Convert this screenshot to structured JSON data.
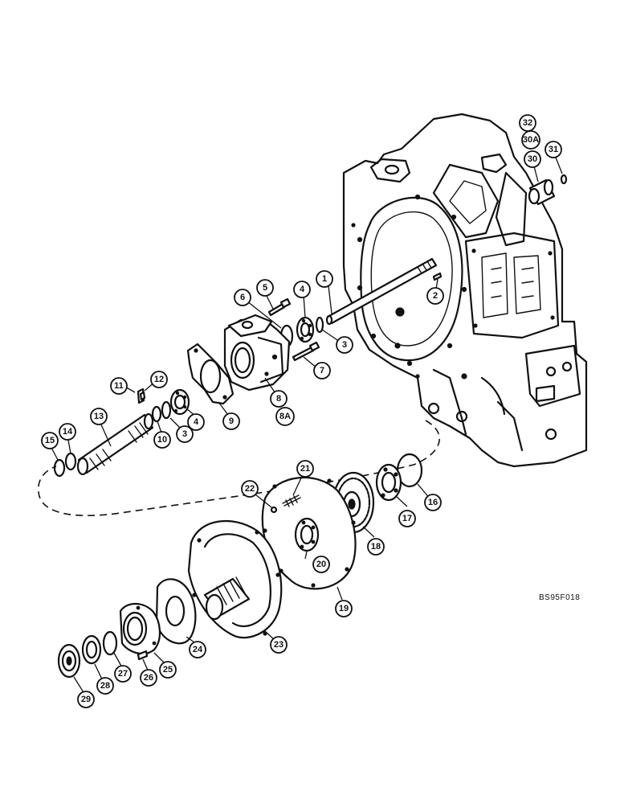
{
  "drawing_code": "BS95F018",
  "callouts": [
    {
      "id": "c1",
      "label": "1"
    },
    {
      "id": "c2",
      "label": "2"
    },
    {
      "id": "c3a",
      "label": "3"
    },
    {
      "id": "c3b",
      "label": "3"
    },
    {
      "id": "c4a",
      "label": "4"
    },
    {
      "id": "c4b",
      "label": "4"
    },
    {
      "id": "c5",
      "label": "5"
    },
    {
      "id": "c6",
      "label": "6"
    },
    {
      "id": "c7",
      "label": "7"
    },
    {
      "id": "c8",
      "label": "8"
    },
    {
      "id": "c8a",
      "label": "8A"
    },
    {
      "id": "c9",
      "label": "9"
    },
    {
      "id": "c10",
      "label": "10"
    },
    {
      "id": "c11",
      "label": "11"
    },
    {
      "id": "c12",
      "label": "12"
    },
    {
      "id": "c13",
      "label": "13"
    },
    {
      "id": "c14",
      "label": "14"
    },
    {
      "id": "c15",
      "label": "15"
    },
    {
      "id": "c16",
      "label": "16"
    },
    {
      "id": "c17",
      "label": "17"
    },
    {
      "id": "c18",
      "label": "18"
    },
    {
      "id": "c19",
      "label": "19"
    },
    {
      "id": "c20",
      "label": "20"
    },
    {
      "id": "c21",
      "label": "21"
    },
    {
      "id": "c22",
      "label": "22"
    },
    {
      "id": "c23",
      "label": "23"
    },
    {
      "id": "c24",
      "label": "24"
    },
    {
      "id": "c25",
      "label": "25"
    },
    {
      "id": "c26",
      "label": "26"
    },
    {
      "id": "c27",
      "label": "27"
    },
    {
      "id": "c28",
      "label": "28"
    },
    {
      "id": "c29",
      "label": "29"
    },
    {
      "id": "c30",
      "label": "30"
    },
    {
      "id": "c30a",
      "label": "30A"
    },
    {
      "id": "c31",
      "label": "31"
    },
    {
      "id": "c32",
      "label": "32"
    }
  ]
}
